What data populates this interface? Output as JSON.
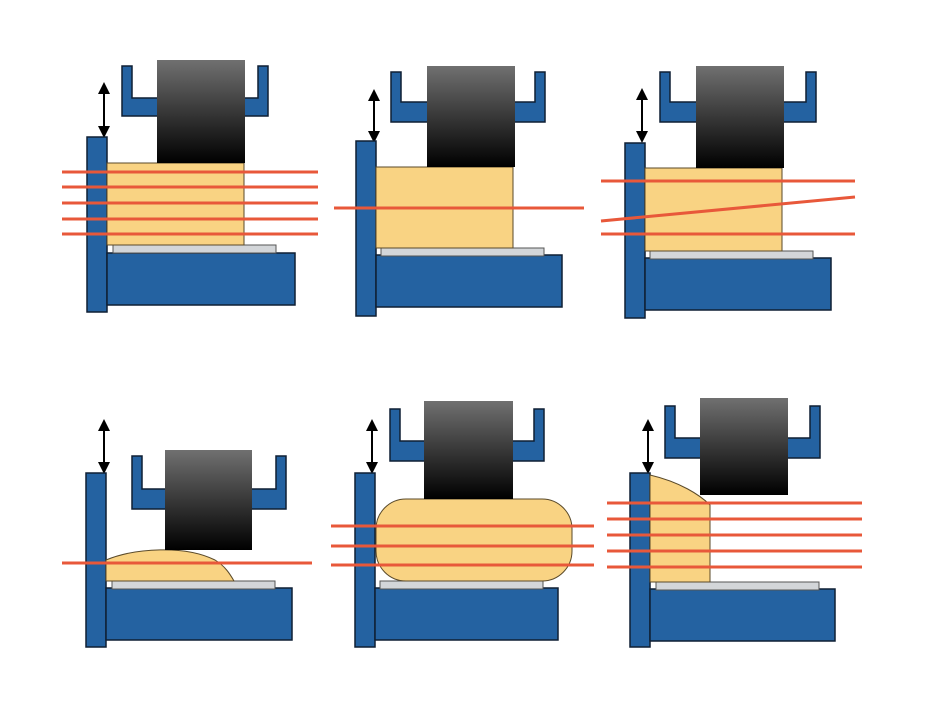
{
  "colors": {
    "frame_blue": "#2462a1",
    "frame_stroke": "#0f1f33",
    "sample_fill": "#f9d383",
    "laser_red": "#e8583a",
    "platen_grey": "#d3d6d9",
    "arrow_black": "#000000",
    "head_top": "#707070",
    "head_bottom": "#000000"
  },
  "panels": [
    {
      "id": "top-left",
      "sample": "rectangle",
      "lasers": 5,
      "laser_pattern": "parallel"
    },
    {
      "id": "top-middle",
      "sample": "rectangle",
      "lasers": 1,
      "laser_pattern": "single"
    },
    {
      "id": "top-right",
      "sample": "rectangle",
      "lasers": 3,
      "laser_pattern": "one-tilted"
    },
    {
      "id": "bottom-left",
      "sample": "flattened-mound",
      "lasers": 1,
      "laser_pattern": "single"
    },
    {
      "id": "bottom-middle",
      "sample": "rounded-bulge",
      "lasers": 3,
      "laser_pattern": "parallel"
    },
    {
      "id": "bottom-right",
      "sample": "wedge-against-wall",
      "lasers": 5,
      "laser_pattern": "parallel"
    }
  ],
  "icons": {
    "height_arrow": "double-headed-vertical-arrow",
    "press_head": "press-head",
    "clamp": "clamp-bracket"
  }
}
